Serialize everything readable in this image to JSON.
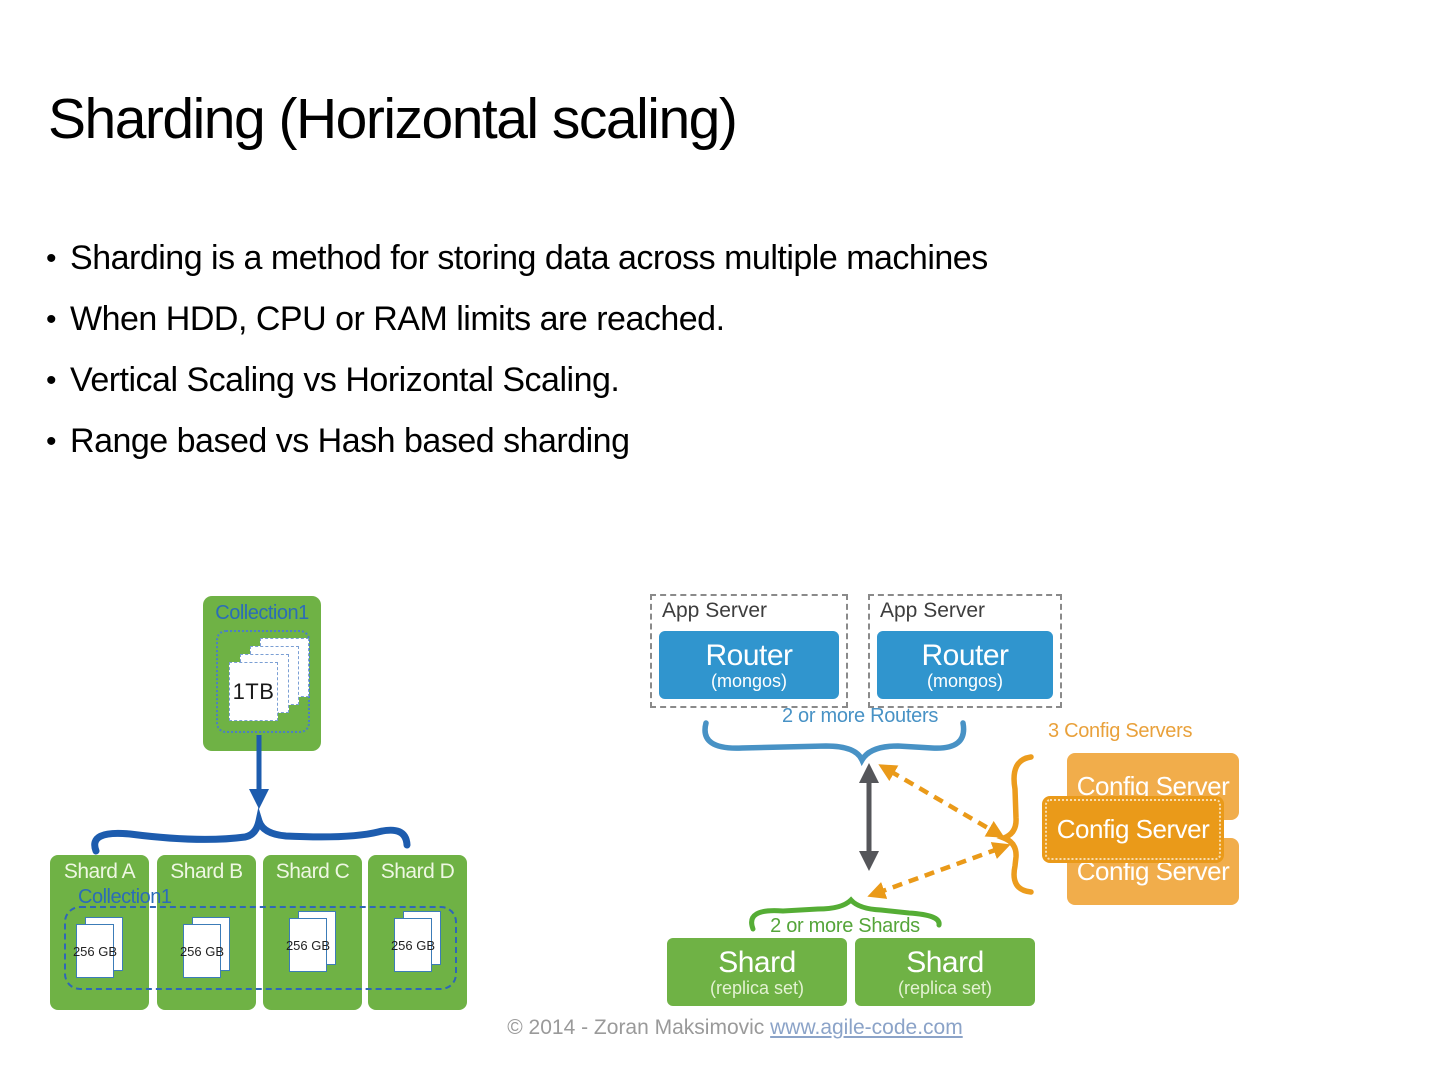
{
  "slide": {
    "title": "Sharding (Horizontal scaling)",
    "bullets": [
      "Sharding is a method for storing data across multiple machines",
      "When HDD, CPU or RAM limits are reached.",
      "Vertical Scaling vs Horizontal Scaling.",
      "Range based vs Hash based sharding"
    ],
    "footer": {
      "copyright": "© 2014 - Zoran Maksimovic ",
      "link": "www.agile-code.com"
    }
  },
  "sharding_diagram": {
    "collection": {
      "label": "Collection1",
      "size": "1TB"
    },
    "shards": [
      {
        "name": "Shard A",
        "size": "256 GB"
      },
      {
        "name": "Shard B",
        "size": "256 GB"
      },
      {
        "name": "Shard C",
        "size": "256 GB"
      },
      {
        "name": "Shard D",
        "size": "256 GB"
      }
    ],
    "span_label": "Collection1"
  },
  "cluster_diagram": {
    "app_servers": [
      {
        "label": "App Server",
        "router": "Router",
        "router_sub": "(mongos)"
      },
      {
        "label": "App Server",
        "router": "Router",
        "router_sub": "(mongos)"
      }
    ],
    "routers_note": "2 or more Routers",
    "config_note": "3 Config Servers",
    "config_servers": [
      "Config Server",
      "Config Server",
      "Config Server"
    ],
    "shards_note": "2 or more Shards",
    "shards": [
      {
        "title": "Shard",
        "sub": "(replica set)"
      },
      {
        "title": "Shard",
        "sub": "(replica set)"
      }
    ]
  },
  "colors": {
    "green": "#6fb245",
    "green_light_text": "#eef7e2",
    "blue_router": "#3095ce",
    "blue_dark": "#1d5cae",
    "blue_label": "#2b6cb8",
    "blue_light": "#4892c5",
    "orange_light": "#f1ad4b",
    "orange_dark": "#ea9a19",
    "orange_text": "#e9a13b",
    "green_note": "#55a53a",
    "arrow_gray": "#55565a",
    "app_server_text": "#3d3d3d",
    "footer_gray": "#9a9a9a",
    "footer_link": "#8ba3c8"
  }
}
